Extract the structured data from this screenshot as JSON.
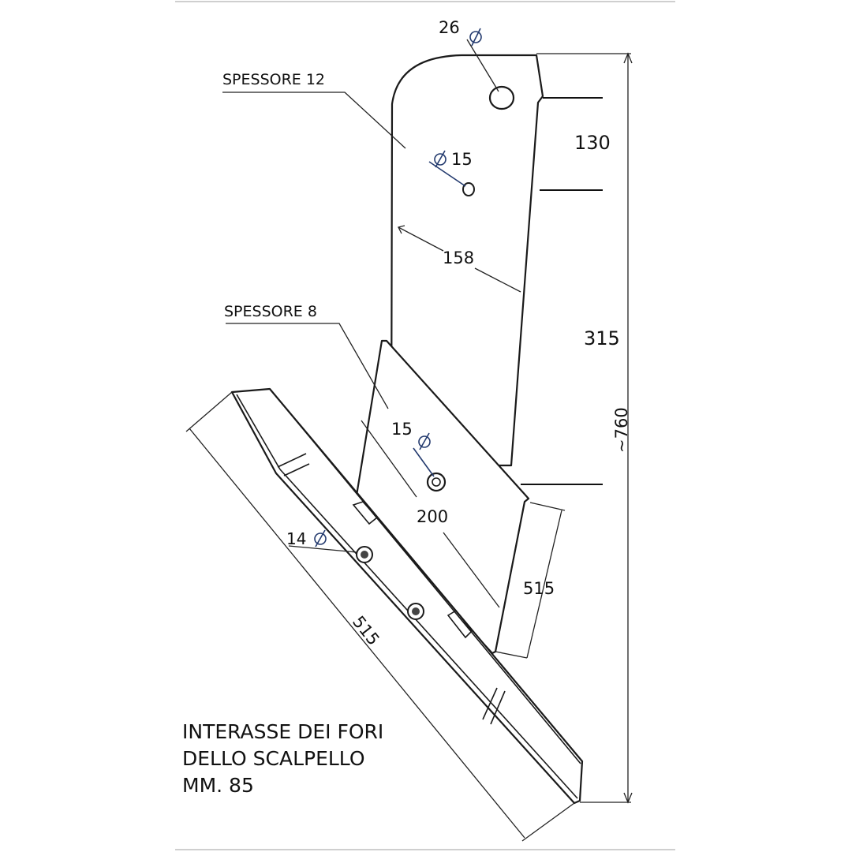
{
  "colors": {
    "line": "#1a1a1a",
    "symbol": "#233a6e",
    "background": "#ffffff"
  },
  "labels": {
    "thickness_upper": "SPESSORE 12",
    "thickness_lower": "SPESSORE 8"
  },
  "dimensions": {
    "top_hole_diameter": "26",
    "mid_hole_diameter": "15",
    "upper_plate_width": "158",
    "lower_hole_diameter": "15",
    "lower_plate_width": "200",
    "lower_plate_length": "515",
    "blade_hole_diameter": "14",
    "blade_length": "515",
    "top_hole_spacing": "130",
    "upper_plate_height": "315",
    "total_height": "~760"
  },
  "note": {
    "line1": "INTERASSE DEI FORI",
    "line2": "DELLO SCALPELLO",
    "line3": "MM. 85"
  }
}
